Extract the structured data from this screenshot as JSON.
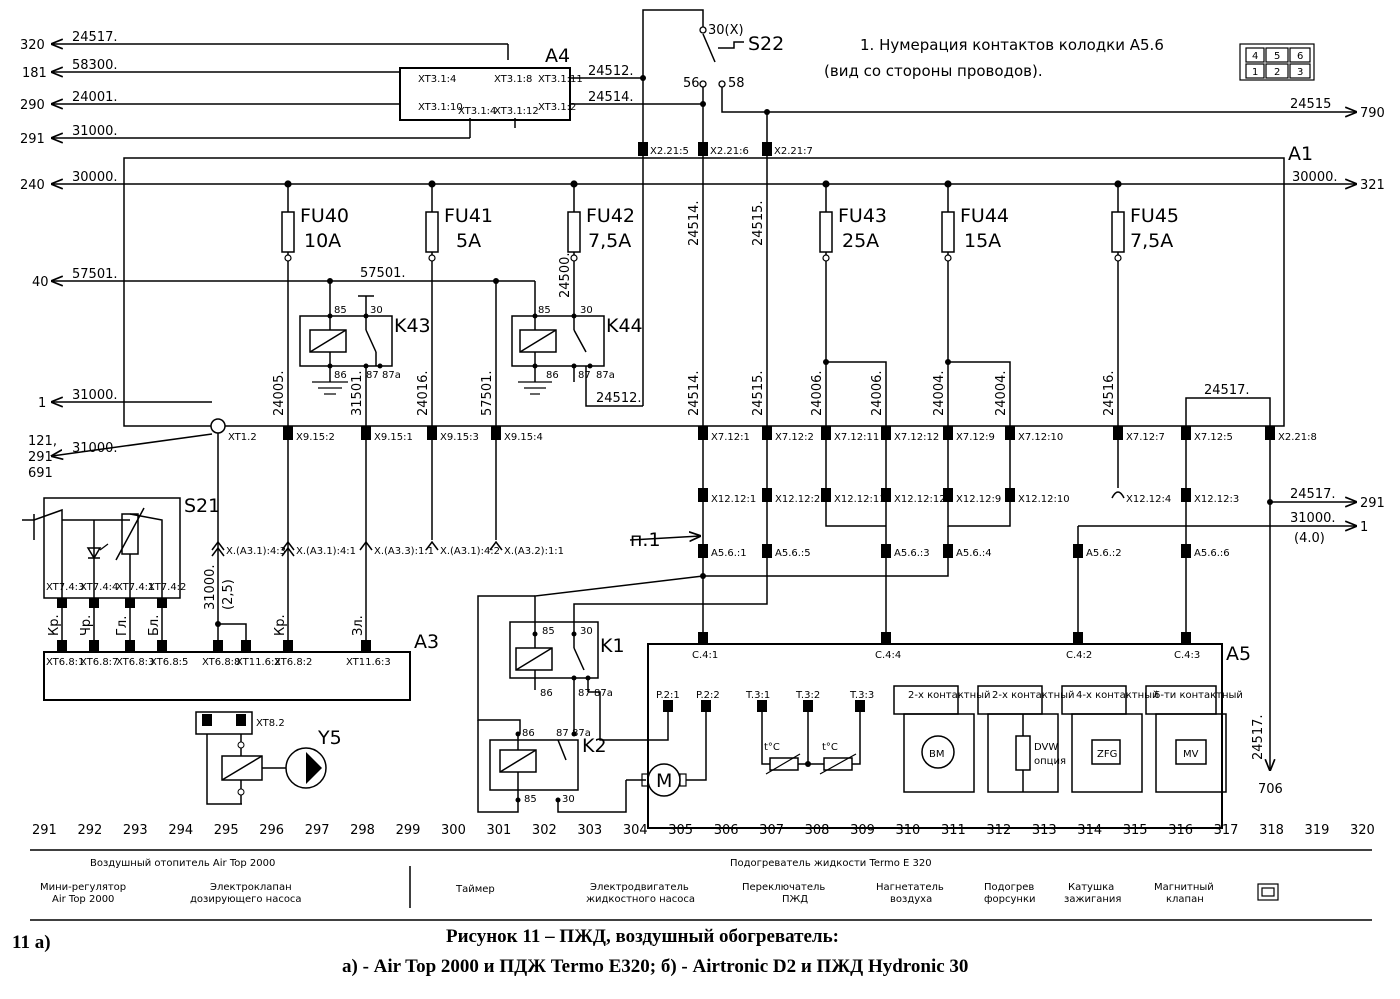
{
  "wire_left": [
    {
      "num": "320",
      "wire": "24517."
    },
    {
      "num": "181",
      "wire": "58300."
    },
    {
      "num": "290",
      "wire": "24001."
    },
    {
      "num": "291",
      "wire": "31000."
    },
    {
      "num": "240",
      "wire": "30000."
    },
    {
      "num": "40",
      "wire": "57501."
    },
    {
      "num": "1",
      "wire": "31000."
    },
    {
      "num": "121,\n291\n691",
      "wire": "31000."
    }
  ],
  "wire_right": [
    {
      "num": "790",
      "wire": "24515"
    },
    {
      "num": "321",
      "wire": "30000."
    },
    {
      "num": "291",
      "wire": "24517."
    },
    {
      "num": "1",
      "wire": "31000.",
      "note": "(4.0)"
    },
    {
      "num": "706",
      "wire": "24517."
    }
  ],
  "note": {
    "line1": "1. Нумерация контактов колодки А5.6",
    "line2": "(вид со стороны проводов).",
    "grid_top": [
      "4",
      "5",
      "6"
    ],
    "grid_bottom": [
      "1",
      "2",
      "3"
    ]
  },
  "components": {
    "A4": "A4",
    "A1": "A1",
    "A3": "A3",
    "A5": "A5",
    "S22": "S22",
    "S21": "S21",
    "K43": "K43",
    "K44": "K44",
    "K1": "K1",
    "K2": "K2",
    "Y5": "Y5",
    "XT82": "XT8.2",
    "n1": "п.1"
  },
  "a4_pins": [
    "XT3.1:4",
    "XT3.1:8",
    "XT3.1:11",
    "XT3.1:10",
    "XT3.1:4",
    "XT3.1:12",
    "XT3.1:2",
    "24512.",
    "24514."
  ],
  "s22": {
    "c30": "30(X)",
    "c56": "56",
    "c58": "58"
  },
  "x221": [
    "X2.21:5",
    "X2.21:6",
    "X2.21:7",
    "X2.21:8"
  ],
  "fuses": [
    {
      "name": "FU40",
      "rating": "10A"
    },
    {
      "name": "FU41",
      "rating": "5A"
    },
    {
      "name": "FU42",
      "rating": "7,5A"
    },
    {
      "name": "FU43",
      "rating": "25A"
    },
    {
      "name": "FU44",
      "rating": "15A"
    },
    {
      "name": "FU45",
      "rating": "7,5A"
    }
  ],
  "wires_mid": {
    "w57501": "57501.",
    "w24500": "24500.",
    "w24512": "24512.",
    "w24005": "24005.",
    "w31501": "31501.",
    "w24016": "24016.",
    "w57501v": "57501.",
    "w24514a": "24514.",
    "w24515a": "24515.",
    "w24514b": "24514.",
    "w24515b": "24515.",
    "w24006a": "24006.",
    "w24006b": "24006.",
    "w24004a": "24004.",
    "w24004b": "24004.",
    "w24516": "24516.",
    "w24517": "24517.",
    "w31000v": "31000.",
    "w25": "(2,5)",
    "w24517v": "24517."
  },
  "xt_row": [
    "XT1.2",
    "X9.15:2",
    "X9.15:1",
    "X9.15:3",
    "X9.15:4",
    "X7.12:1",
    "X7.12:2",
    "X7.12:11",
    "X7.12:12",
    "X7.12:9",
    "X7.12:10",
    "X7.12:7",
    "X7.12:5",
    "X2.21:8"
  ],
  "x12_row": [
    "X12.12:1",
    "X12.12:2",
    "X12.12:11",
    "X12.12:12",
    "X12.12:9",
    "X12.12:10",
    "X12.12:4",
    "X12.12:3"
  ],
  "xa_row": [
    "X.(A3.1):4:3",
    "X.(A3.1):4:1",
    "X.(A3.3):1:1",
    "X.(A3.1):4:2",
    "X.(A3.2):1:1"
  ],
  "a56_row": [
    "A5.6.:1",
    "A5.6.:5",
    "A5.6.:3",
    "A5.6.:4",
    "A5.6.:2",
    "A5.6.:6"
  ],
  "relay_pins": {
    "p85": "85",
    "p86": "86",
    "p30": "30",
    "p87": "87",
    "p87a": "87a"
  },
  "s21_pins": [
    "XT7.4:3",
    "XT7.4:4",
    "XT7.4:1",
    "XT7.4:2"
  ],
  "a3_pins": [
    "XT6.8:1",
    "XT6.8:7",
    "XT6.8:3",
    "XT6.8:5",
    "XT6.8:8",
    "XT11.6:2",
    "XT6.8:2",
    "XT11.6:3"
  ],
  "wire_colors": [
    "Кр.",
    "Чр.",
    "Гл.",
    "Бл.",
    "Кр.",
    "Зл."
  ],
  "a5_pins": [
    "C.4:1",
    "C.4:4",
    "C.4:2",
    "C.4:3",
    "P.2:1",
    "P.2:2",
    "T.3:1",
    "T.3:2",
    "T.3:3"
  ],
  "a5_modules": [
    "2-х контактный",
    "2-х контактный",
    "4-х контактный",
    "6-ти контактный"
  ],
  "a5_devices": [
    "ВМ",
    "DVW",
    "опция",
    "ZFG",
    "MV"
  ],
  "temp_label": "t°C",
  "motor_label": "M",
  "scale": [
    "291",
    "292",
    "293",
    "294",
    "295",
    "296",
    "297",
    "298",
    "299",
    "300",
    "301",
    "302",
    "303",
    "304",
    "305",
    "306",
    "307",
    "308",
    "309",
    "310",
    "311",
    "312",
    "313",
    "314",
    "315",
    "316",
    "317",
    "318",
    "319",
    "320"
  ],
  "legend": {
    "air_heater": "Воздушный отопитель Air Top 2000",
    "mini_reg": "Мини-регулятор\nAir Top 2000",
    "valve": "Электроклапан\nдозирующего насоса",
    "timer": "Таймер",
    "liquid_heater": "Подогреватель жидкости  Termo E 320",
    "pump_motor": "Электродвигатель\nжидкостного насоса",
    "switch": "Переключатель\nПЖД",
    "blower": "Нагнетатель\nвоздуха",
    "nozzle": "Подогрев\nфорсунки",
    "coil": "Катушка\nзажигания",
    "magnet": "Магнитный\nклапан"
  },
  "caption": {
    "fig": "11 а)",
    "line1": "Рисунок 11 – ПЖД, воздушный обогреватель:",
    "line2": "а) - Air Top 2000 и ПДЖ Termo E320; б) - Airtronic D2 и ПЖД Hydronic 30"
  }
}
